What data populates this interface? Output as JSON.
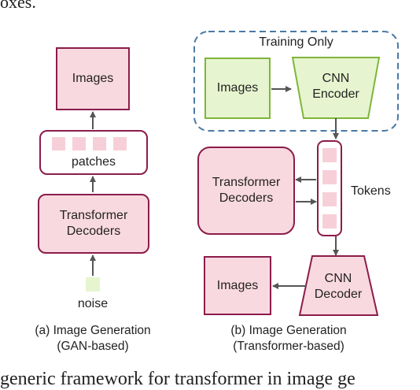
{
  "fragments": {
    "top_text": "oxes.",
    "bottom_text": "generic framework for transformer in image ge"
  },
  "panel_a": {
    "images_label": "Images",
    "patches_label": "patches",
    "decoders_label": "Transformer Decoders",
    "noise_label": "noise",
    "caption_line1": "(a) Image Generation",
    "caption_line2": "(GAN-based)"
  },
  "panel_b": {
    "training_label": "Training Only",
    "train_images_label": "Images",
    "cnn_encoder_label": "CNN Encoder",
    "decoders_label": "Transformer Decoders",
    "tokens_label": "Tokens",
    "cnn_decoder_label": "CNN Decoder",
    "out_images_label": "Images",
    "caption_line1": "(b) Image Generation",
    "caption_line2": "(Transformer-based)"
  },
  "colors": {
    "pink_fill": "#f9d9e0",
    "pink_border": "#8c1c4a",
    "green_fill": "#e6f5cf",
    "green_border": "#7fb53a",
    "dash_border": "#4a7aa6",
    "arrow": "#555555"
  }
}
